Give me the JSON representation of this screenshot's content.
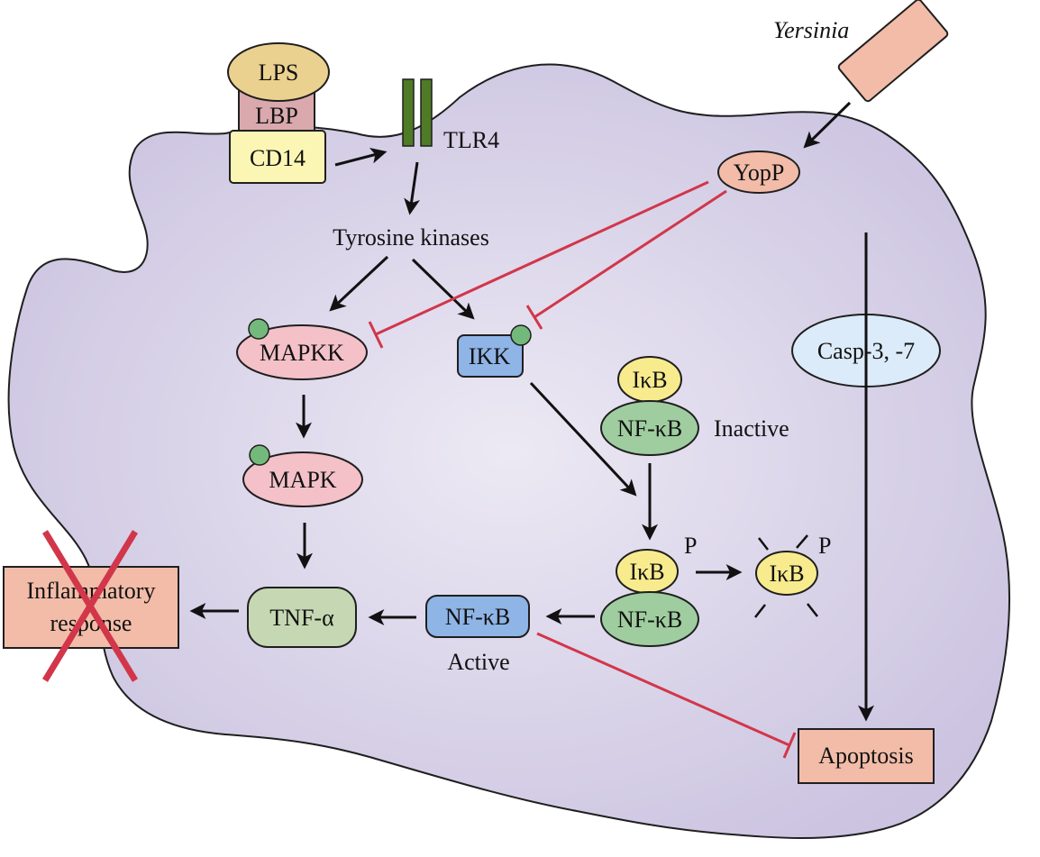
{
  "colors": {
    "cell_fill": "#dcd7ea",
    "cell_stroke": "#1f1f1f",
    "pink": "#f4c1c9",
    "salmon": "#f2bca8",
    "blue": "#8fb4e6",
    "yellow": "#f8eb8e",
    "green": "#9fcd9f",
    "sage": "#c6d8b3",
    "light_blue": "#dcebf9",
    "tan": "#ebd18f",
    "mauve": "#d9a9ae",
    "cream": "#fbf6b4",
    "tlr_green": "#4f7a26",
    "phospho_green": "#74b97c",
    "inhibit_red": "#d2364a"
  },
  "labels": {
    "lps": "LPS",
    "lbp": "LBP",
    "cd14": "CD14",
    "tlr4": "TLR4",
    "yersinia": "Yersinia",
    "yopp": "YopP",
    "tyrosine_kinases": "Tyrosine kinases",
    "mapkk": "MAPKK",
    "ikk": "IKK",
    "ikb_top": "IκB",
    "nfkb_top": "NF-κB",
    "inactive": "Inactive",
    "mapk": "MAPK",
    "casp": "Casp-3, -7",
    "ikb_mid": "IκB",
    "p_mid": "P",
    "ikb_degraded": "IκB",
    "p_degraded": "P",
    "nfkb_mid": "NF-κB",
    "nfkb_active": "NF-κB",
    "active": "Active",
    "tnf": "TNF-α",
    "inflammatory_1": "Inflammatory",
    "inflammatory_2": "response",
    "apoptosis": "Apoptosis"
  }
}
